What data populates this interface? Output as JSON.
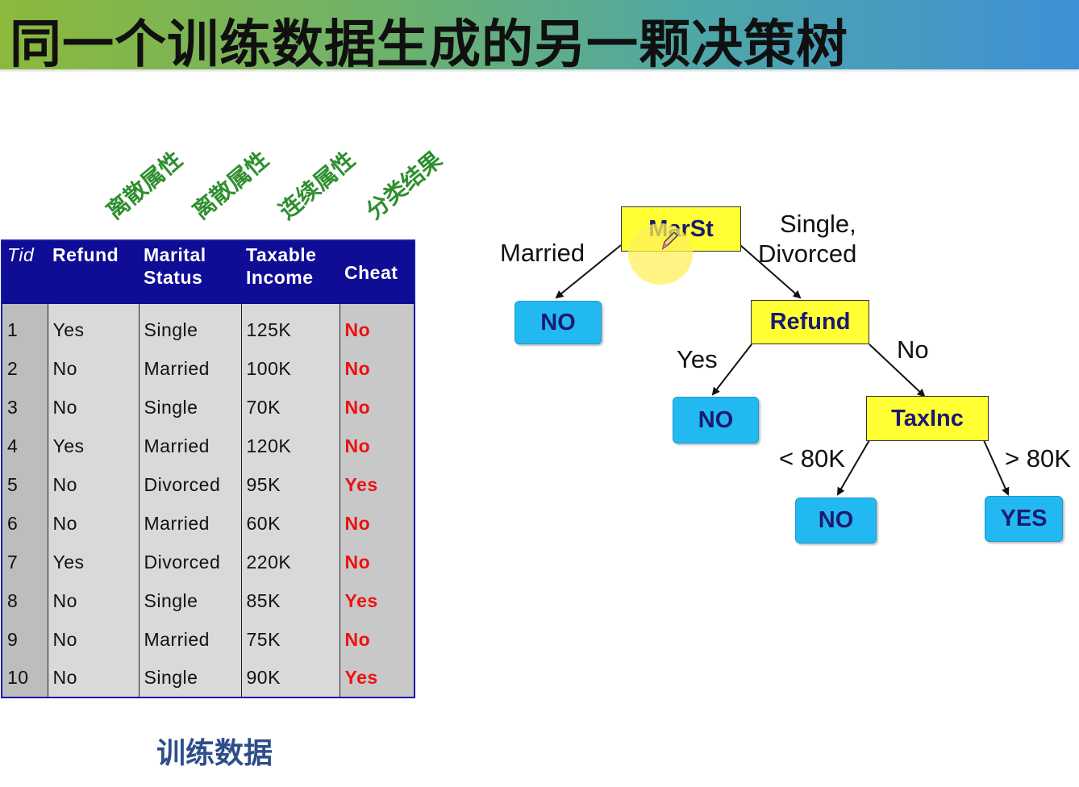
{
  "title": "同一个训练数据生成的另一颗决策树",
  "attribute_types": [
    "离散属性",
    "离散属性",
    "连续属性",
    "分类结果"
  ],
  "table": {
    "headers": [
      {
        "line1": "Tid",
        "line2": ""
      },
      {
        "line1": "Refund",
        "line2": ""
      },
      {
        "line1": "Marital",
        "line2": "Status"
      },
      {
        "line1": "Taxable",
        "line2": "Income"
      },
      {
        "line1": "Cheat",
        "line2": ""
      }
    ],
    "rows": [
      [
        "1",
        "Yes",
        "Single",
        "125K",
        "No"
      ],
      [
        "2",
        "No",
        "Married",
        "100K",
        "No"
      ],
      [
        "3",
        "No",
        "Single",
        "70K",
        "No"
      ],
      [
        "4",
        "Yes",
        "Married",
        "120K",
        "No"
      ],
      [
        "5",
        "No",
        "Divorced",
        "95K",
        "Yes"
      ],
      [
        "6",
        "No",
        "Married",
        "60K",
        "No"
      ],
      [
        "7",
        "Yes",
        "Divorced",
        "220K",
        "No"
      ],
      [
        "8",
        "No",
        "Single",
        "85K",
        "Yes"
      ],
      [
        "9",
        "No",
        "Married",
        "75K",
        "No"
      ],
      [
        "10",
        "No",
        "Single",
        "90K",
        "Yes"
      ]
    ]
  },
  "caption": "训练数据",
  "tree": {
    "nodes": {
      "marst": "MarSt",
      "refund": "Refund",
      "taxinc": "TaxInc",
      "leaf_married": "NO",
      "leaf_refund_yes": "NO",
      "leaf_lt80": "NO",
      "leaf_gt80": "YES"
    },
    "edge_labels": {
      "married": "Married",
      "single_divorced_1": "Single,",
      "single_divorced_2": "Divorced",
      "yes": "Yes",
      "no": "No",
      "lt80": "< 80K",
      "gt80": "> 80K"
    }
  },
  "colors": {
    "header_bg": "#0f0c96",
    "cheat_text": "#ee1111",
    "decision_node": "#ffff33",
    "leaf_node": "#22b8f2",
    "rotated_label": "#2f8f2f"
  }
}
